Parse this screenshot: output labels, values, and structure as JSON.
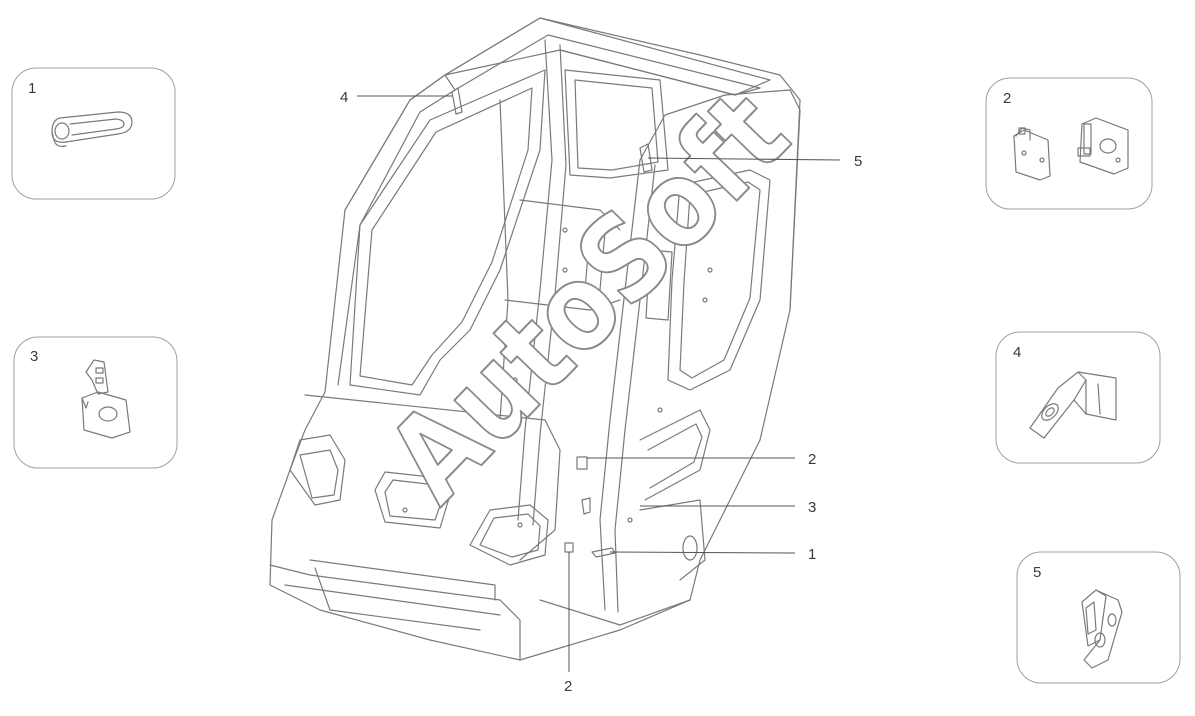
{
  "watermark": "AutoSoft",
  "callouts": [
    "4",
    "5",
    "2",
    "3",
    "1",
    "2"
  ],
  "detail_boxes": [
    "1",
    "2",
    "3",
    "4",
    "5"
  ],
  "colors": {
    "line": "#7a7a7a",
    "box_border": "#a0a0a0",
    "background": "#ffffff"
  }
}
